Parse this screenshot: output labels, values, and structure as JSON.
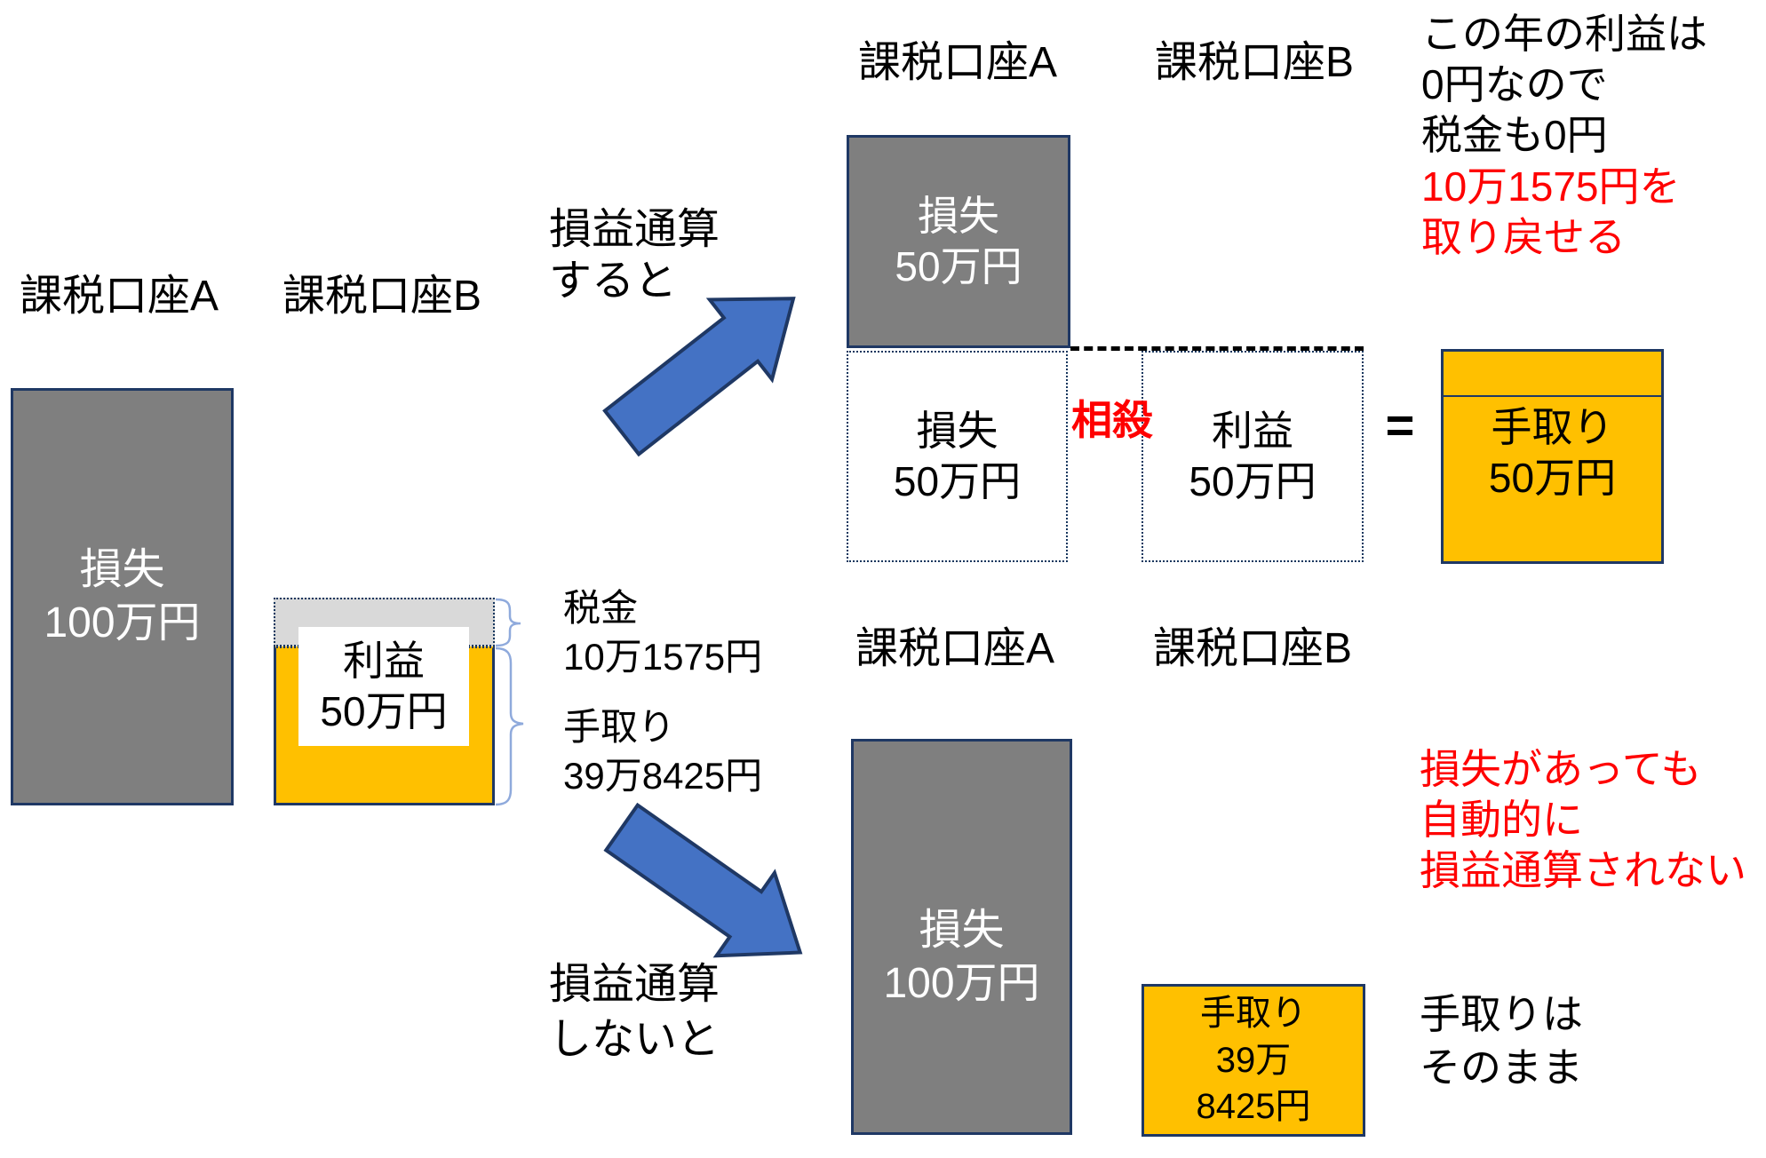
{
  "colors": {
    "loss_box_fill": "#7f7f7f",
    "box_border": "#1f3864",
    "profit_box_fill": "#ffc000",
    "tax_band_fill": "#d9d9d9",
    "arrow_fill": "#4472c4",
    "arrow_border": "#2f528f",
    "brace_stroke": "#8faadc",
    "highlight_red": "#ff0000",
    "text_black": "#000000",
    "box_text_white": "#ffffff"
  },
  "diagram": {
    "before": {
      "account_a": "課税口座A",
      "account_b": "課税口座B",
      "loss_box": "損失\n100万円",
      "profit_box": "利益\n50万円",
      "tax_note": "税金\n10万1575円",
      "net_note": "手取り\n39万8425円"
    },
    "with_offset": {
      "arrow_label": "損益通算\nすると",
      "account_a": "課税口座A",
      "account_b": "課税口座B",
      "remaining_loss_box": "損失\n50万円",
      "offset_loss_box": "損失\n50万円",
      "offset_label": "相殺",
      "offset_profit_box": "利益\n50万円",
      "equals_sign": "=",
      "net_box": "手取り\n50万円",
      "note_black": "この年の利益は\n0円なので\n税金も0円",
      "note_red": "10万1575円を\n取り戻せる"
    },
    "without_offset": {
      "arrow_label": "損益通算\nしないと",
      "account_a": "課税口座A",
      "account_b": "課税口座B",
      "loss_box": "損失\n100万円",
      "net_box": "手取り\n39万\n8425円",
      "note_red": "損失があっても\n自動的に\n損益通算されない",
      "note_black": "手取りは\nそのまま"
    }
  }
}
